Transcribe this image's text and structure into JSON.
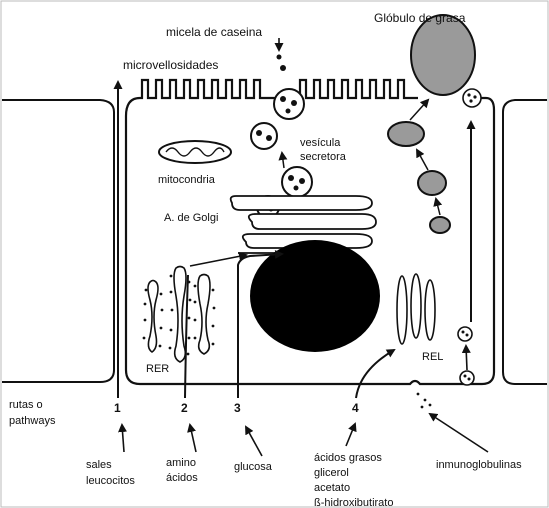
{
  "labels": {
    "micela": "micela de caseina",
    "globulo": "Glóbulo de grasa",
    "microvellosidades": "microvellosidades",
    "vesicula_1": "vesícula",
    "vesicula_2": "secretora",
    "mitocondria": "mitocondria",
    "golgi": "A. de Golgi",
    "rer": "RER",
    "rel": "REL",
    "rutas_1": "rutas o",
    "rutas_2": "pathways",
    "sales_1": "sales",
    "sales_2": "leucocitos",
    "amino_1": "amino",
    "amino_2": "ácidos",
    "glucosa": "glucosa",
    "acidos_1": "ácidos grasos",
    "acidos_2": "glicerol",
    "acidos_3": "acetato",
    "acidos_4": "ß-hidroxibutirato",
    "inmuno": "inmunoglobulinas"
  },
  "pathway_numbers": [
    "1",
    "2",
    "3",
    "4"
  ]
}
